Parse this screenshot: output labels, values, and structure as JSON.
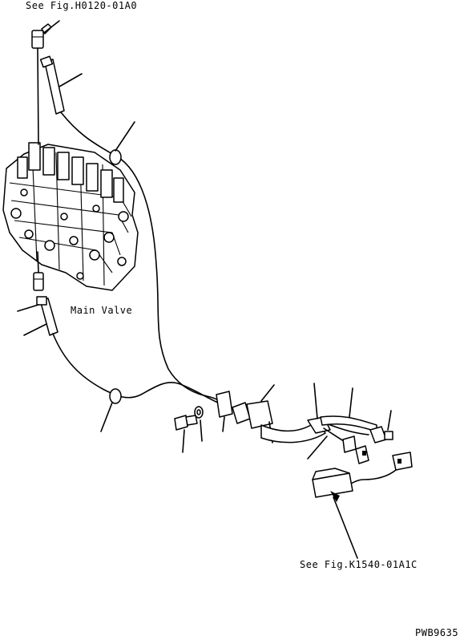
{
  "labels": {
    "ref_top": "See Fig.H0120-01A0",
    "main_valve": "Main Valve",
    "ref_bottom": "See Fig.K1540-01A1C",
    "drawing_no": "PWB9635"
  }
}
